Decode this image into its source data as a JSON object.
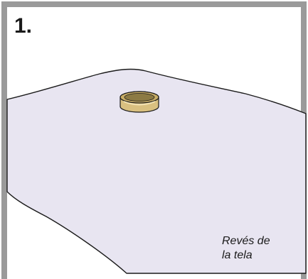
{
  "step": {
    "number": "1."
  },
  "label": {
    "line1": "Revés de",
    "line2": "la tela"
  },
  "colors": {
    "frame": "#9a9a9a",
    "fabric": "#e8e5f1",
    "outline": "#1a1a1a",
    "ring_gold": "#d9c080",
    "ring_dark": "#8c7a44"
  },
  "icons": {
    "grommet": "brass-eyelet-ring"
  }
}
